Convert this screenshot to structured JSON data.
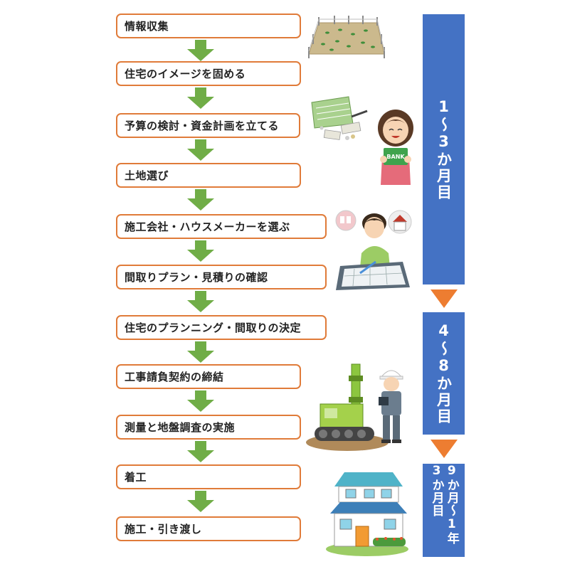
{
  "steps": [
    "情報収集",
    "住宅のイメージを固める",
    "予算の検討・資金計画を立てる",
    "土地選び",
    "施工会社・ハウスメーカーを選ぶ",
    "間取りプラン・見積りの確認",
    "住宅のプランニング・間取りの決定",
    "工事請負契約の締結",
    "測量と地盤調査の実施",
    "着工",
    "施工・引き渡し"
  ],
  "phases": [
    "1〜3か月目",
    "4〜8か月目",
    "9か月〜1年3か月目"
  ],
  "illustrations": {
    "bank_sign": "BANK"
  },
  "colors": {
    "step_border": "#e07b39",
    "flow_arrow": "#70ad47",
    "phase_bar": "#4472c4",
    "phase_arrow": "#ed7d31"
  }
}
